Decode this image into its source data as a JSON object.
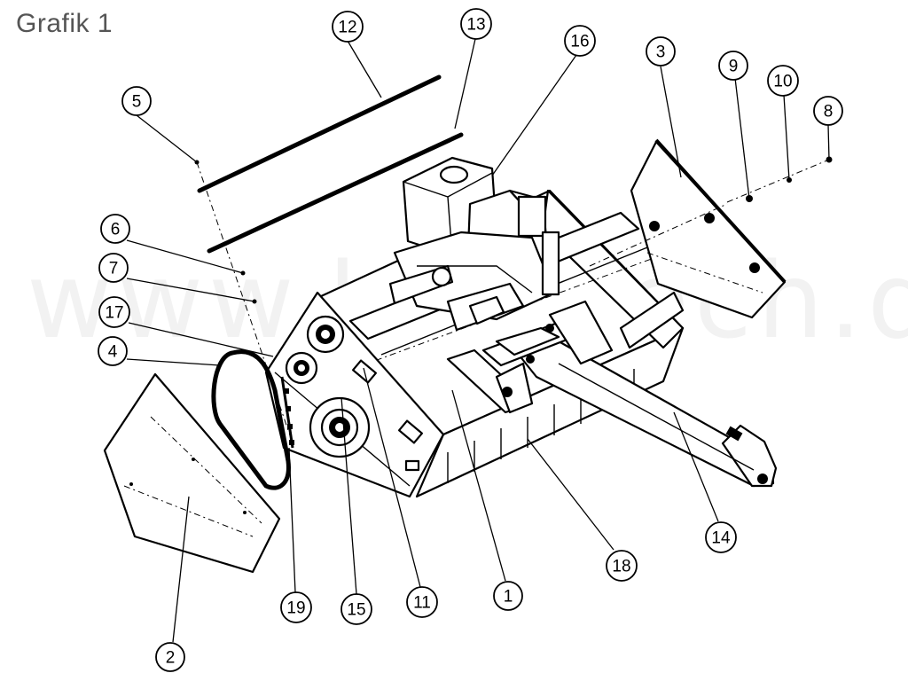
{
  "figure": {
    "title": "Grafik 1",
    "watermark": "www.kerntech.de"
  },
  "callouts": [
    {
      "id": "callout-1",
      "label": "1"
    },
    {
      "id": "callout-2",
      "label": "2"
    },
    {
      "id": "callout-3",
      "label": "3"
    },
    {
      "id": "callout-4",
      "label": "4"
    },
    {
      "id": "callout-5",
      "label": "5"
    },
    {
      "id": "callout-6",
      "label": "6"
    },
    {
      "id": "callout-7",
      "label": "7"
    },
    {
      "id": "callout-8",
      "label": "8"
    },
    {
      "id": "callout-9",
      "label": "9"
    },
    {
      "id": "callout-10",
      "label": "10"
    },
    {
      "id": "callout-11",
      "label": "11"
    },
    {
      "id": "callout-12",
      "label": "12"
    },
    {
      "id": "callout-13",
      "label": "13"
    },
    {
      "id": "callout-14",
      "label": "14"
    },
    {
      "id": "callout-15",
      "label": "15"
    },
    {
      "id": "callout-16",
      "label": "16"
    },
    {
      "id": "callout-17",
      "label": "17"
    },
    {
      "id": "callout-18",
      "label": "18"
    },
    {
      "id": "callout-19",
      "label": "19"
    }
  ]
}
